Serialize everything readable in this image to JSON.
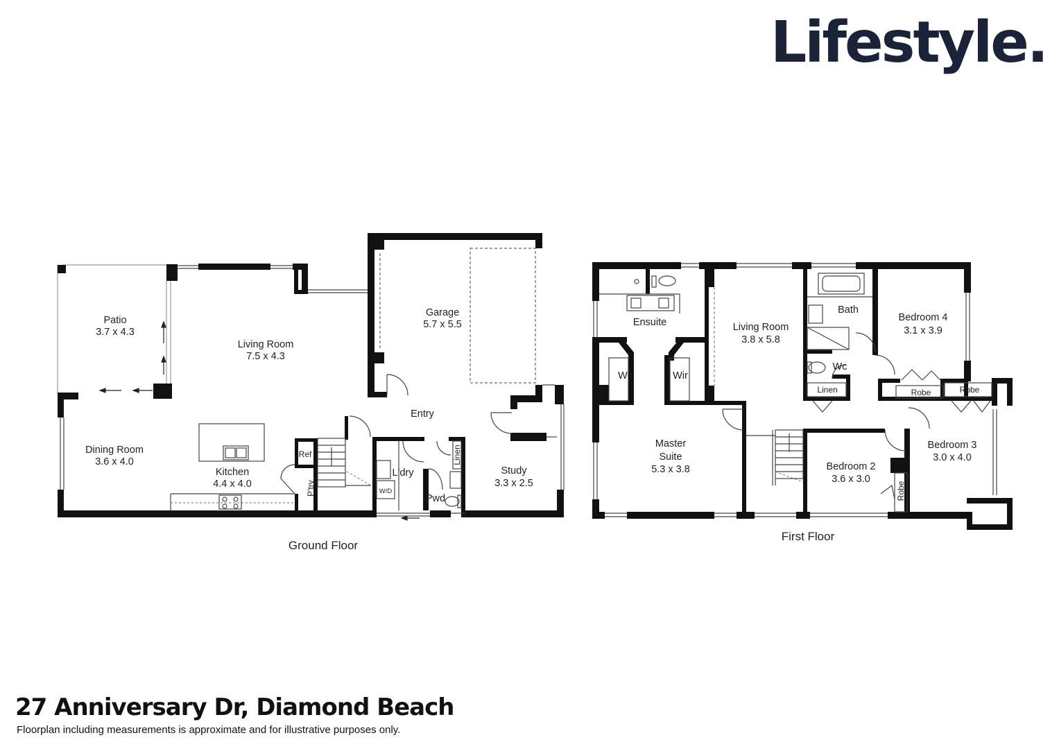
{
  "brand": {
    "logo_text": "Lifestyle."
  },
  "property": {
    "address": "27 Anniversary Dr, Diamond Beach",
    "disclaimer": "Floorplan including measurements is approximate and for illustrative purposes only."
  },
  "ground_floor": {
    "label": "Ground Floor",
    "rooms": {
      "patio": {
        "name": "Patio",
        "size": "3.7 x 4.3"
      },
      "living": {
        "name": "Living Room",
        "size": "7.5 x 4.3"
      },
      "garage": {
        "name": "Garage",
        "size": "5.7 x 5.5"
      },
      "entry": {
        "name": "Entry"
      },
      "dining": {
        "name": "Dining Room",
        "size": "3.6 x 4.0"
      },
      "kitchen": {
        "name": "Kitchen",
        "size": "4.4 x 4.0"
      },
      "ref": {
        "name": "Ref"
      },
      "ptry": {
        "name": "P'try"
      },
      "ldry": {
        "name": "L'dry"
      },
      "wd": {
        "name": "W/D"
      },
      "linen": {
        "name": "Linen"
      },
      "pwd": {
        "name": "Pwd"
      },
      "study": {
        "name": "Study",
        "size": "3.3 x 2.5"
      }
    }
  },
  "first_floor": {
    "label": "First Floor",
    "rooms": {
      "ensuite": {
        "name": "Ensuite"
      },
      "wir_left": {
        "name": "Wir"
      },
      "wir_right": {
        "name": "Wir"
      },
      "master": {
        "name_line1": "Master",
        "name_line2": "Suite",
        "size": "5.3 x 3.8"
      },
      "living": {
        "name": "Living Room",
        "size": "3.8 x 5.8"
      },
      "bath": {
        "name": "Bath"
      },
      "wc": {
        "name": "Wc"
      },
      "linen": {
        "name": "Linen"
      },
      "bedroom4": {
        "name": "Bedroom 4",
        "size": "3.1 x 3.9"
      },
      "robe_b4": {
        "name": "Robe"
      },
      "robe_b3": {
        "name": "Robe"
      },
      "bedroom3": {
        "name": "Bedroom 3",
        "size": "3.0 x 4.0"
      },
      "bedroom2": {
        "name": "Bedroom 2",
        "size": "3.6 x 3.0"
      },
      "robe_b2": {
        "name": "Robe"
      }
    }
  }
}
